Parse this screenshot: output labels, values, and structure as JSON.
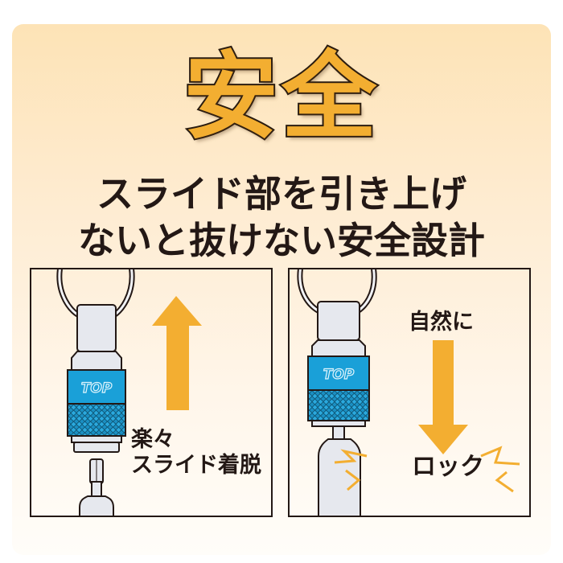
{
  "headline": "安全",
  "subtitle": {
    "line1": "スライド部を引き上げ",
    "line2": "ないと抜けない安全設計"
  },
  "panels": [
    {
      "id": "release",
      "arrow_direction": "up",
      "caption_line1": "楽々",
      "caption_line2": "スライド着脱",
      "brand_logo_text": "TOP"
    },
    {
      "id": "lock",
      "arrow_direction": "down",
      "caption_top": "自然に",
      "caption_burst": "ロック",
      "brand_logo_text": "TOP"
    }
  ],
  "colors": {
    "accent_orange": "#f3ae31",
    "brand_blue": "#1aa0d8",
    "outline_dark": "#231815",
    "background_top": "#fde3b6",
    "background_bottom": "#fffdf9",
    "metal_gray": "#e6e8ee"
  }
}
